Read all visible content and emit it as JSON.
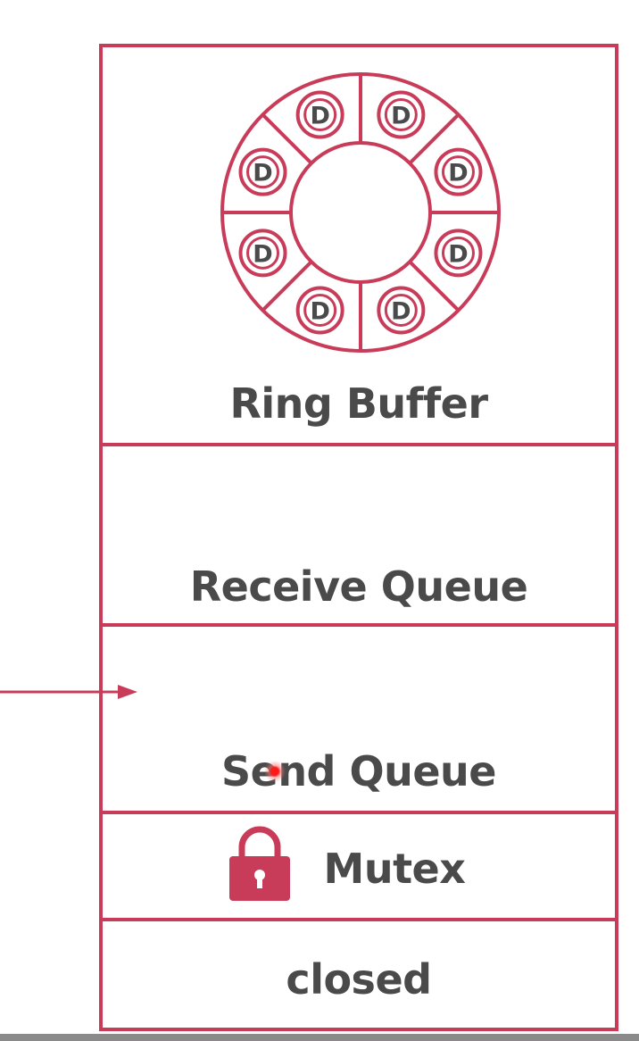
{
  "colors": {
    "accent": "#c83c5a",
    "text": "#4a4a4a",
    "background": "#ffffff"
  },
  "ring_buffer": {
    "label": "Ring Buffer",
    "slot_letter": "D",
    "slot_count": 8
  },
  "receive_queue": {
    "label": "Receive Queue"
  },
  "send_queue": {
    "label": "Send Queue"
  },
  "mutex": {
    "label": "Mutex",
    "icon": "lock-icon"
  },
  "closed": {
    "label": "closed"
  }
}
